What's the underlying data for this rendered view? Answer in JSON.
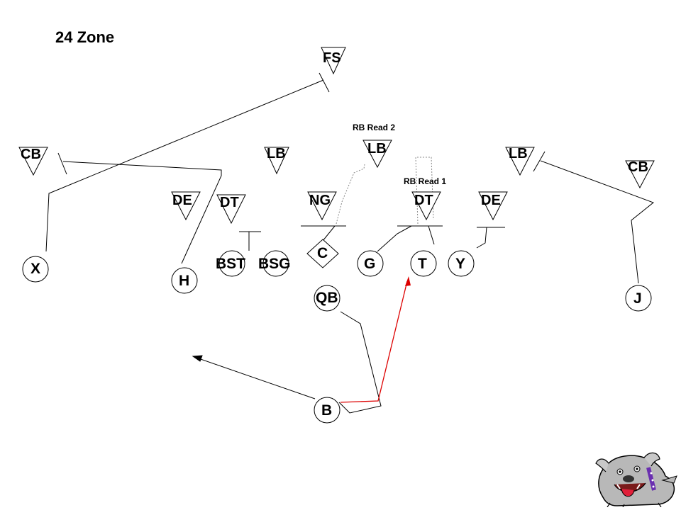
{
  "play": {
    "title": "24 Zone"
  },
  "notes": {
    "read2": "RB Read 2",
    "read1": "RB Read 1"
  },
  "defense": {
    "fs": "FS",
    "cb_left": "CB",
    "lb_left": "LB",
    "lb_mid": "LB",
    "lb_right": "LB",
    "cb_right": "CB",
    "de_left": "DE",
    "dt_left": "DT",
    "ng": "NG",
    "dt_right": "DT",
    "de_right": "DE"
  },
  "offense": {
    "x": "X",
    "h": "H",
    "bst": "BST",
    "bsg": "BSG",
    "c": "C",
    "g": "G",
    "t": "T",
    "y": "Y",
    "qb": "QB",
    "j": "J",
    "b": "B"
  },
  "colors": {
    "line": "#000000",
    "run_path": "#dd0000",
    "read_line": "#888888"
  },
  "icons": {
    "mascot": "bulldog-mascot-icon"
  }
}
